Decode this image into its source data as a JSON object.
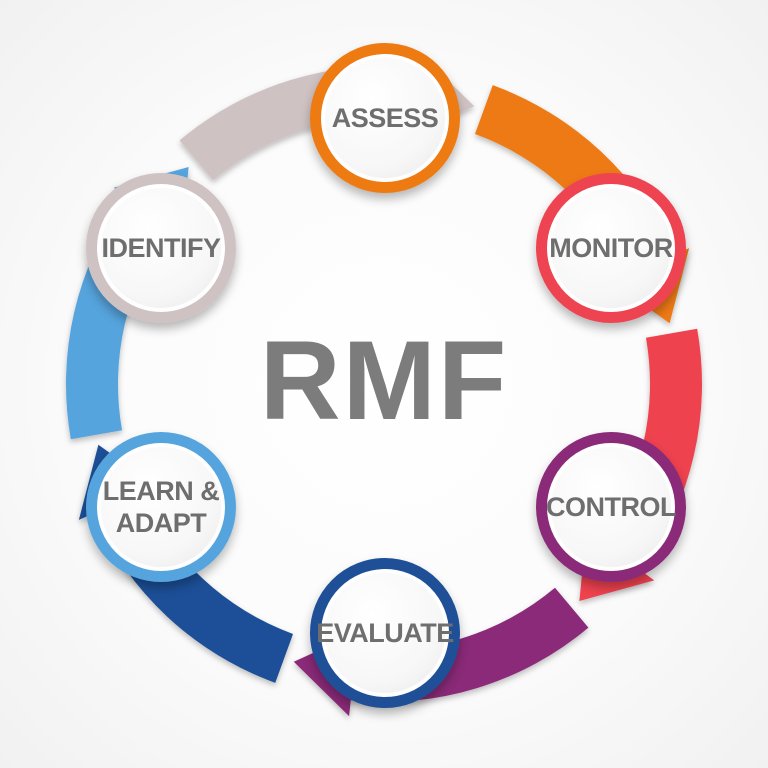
{
  "center": {
    "title": "RMF"
  },
  "stages": [
    {
      "id": "assess",
      "label": "ASSESS",
      "color": "#ee7a12"
    },
    {
      "id": "monitor",
      "label": "MONITOR",
      "color": "#ee4350"
    },
    {
      "id": "control",
      "label": "CONTROL",
      "color": "#8a2a78"
    },
    {
      "id": "evaluate",
      "label": "EVALUATE",
      "color": "#1e4f97"
    },
    {
      "id": "learn",
      "label": "LEARN &\nADAPT",
      "color": "#56a4dd"
    },
    {
      "id": "identify",
      "label": "IDENTIFY",
      "color": "#cfc2c2"
    }
  ],
  "cycle_direction": "clockwise"
}
